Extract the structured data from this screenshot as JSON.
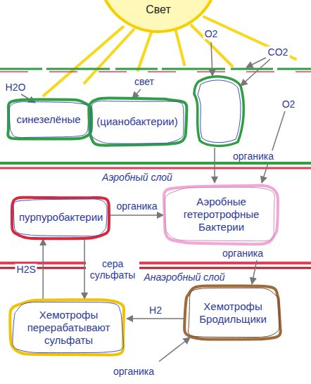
{
  "diagram": {
    "nodes": [
      {
        "text": [
          "синезелёные"
        ]
      },
      {
        "text": [
          "(цианобактерии)"
        ]
      },
      {
        "text": [
          "пурпуробактерии"
        ]
      },
      {
        "text": [
          "Аэробные гетеротрофные Бактерии"
        ]
      },
      {
        "text": [
          "Хемотрофы перерабатывают сульфаты"
        ]
      },
      {
        "text": [
          "Хемотрофы Бродильщики"
        ]
      }
    ],
    "edges": [
      {
        "from": 2,
        "to": 3,
        "label": "органика",
        "arrow": "to"
      },
      {
        "from": 2,
        "to": 4,
        "label": "сера сульфаты",
        "arrow": "to"
      },
      {
        "from": 4,
        "to": 2,
        "label": "H2S",
        "arrow": "to"
      },
      {
        "from": 5,
        "to": 4,
        "label": "H2",
        "arrow": "to"
      }
    ],
    "labels": [
      "Свет",
      "H2O",
      "свет",
      "O2",
      "CO2",
      "O2",
      "органика",
      "Аэробный слой",
      "органика",
      "Анаэробный слой",
      "органика"
    ]
  }
}
